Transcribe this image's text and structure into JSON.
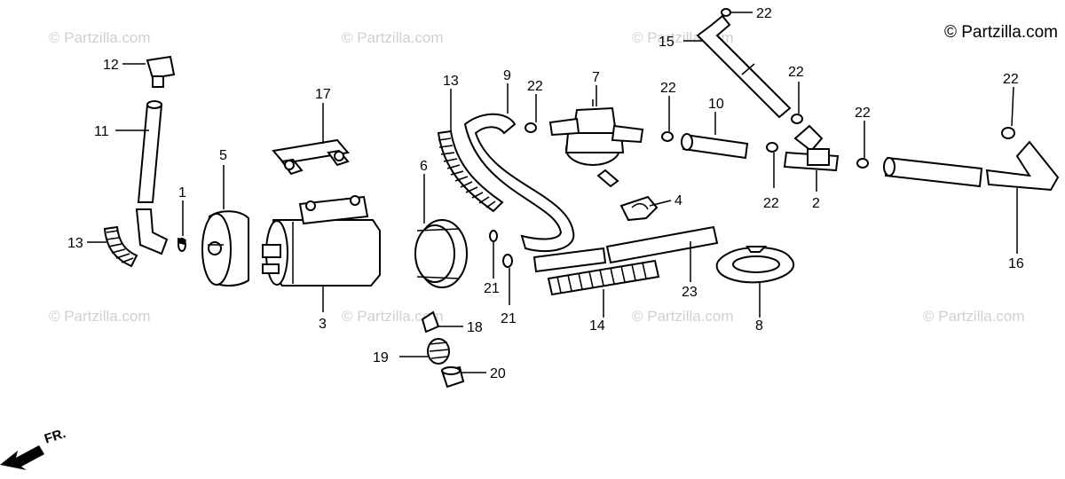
{
  "copyright": "© Partzilla.com",
  "watermark": "© Partzilla.com",
  "direction_label": "FR.",
  "callouts": {
    "p1": "1",
    "p2": "2",
    "p3": "3",
    "p4": "4",
    "p5": "5",
    "p6": "6",
    "p7": "7",
    "p8": "8",
    "p9": "9",
    "p10": "10",
    "p11": "11",
    "p12": "12",
    "p13a": "13",
    "p13b": "13",
    "p14": "14",
    "p15": "15",
    "p16": "16",
    "p17": "17",
    "p18": "18",
    "p19": "19",
    "p20": "20",
    "p21a": "21",
    "p21b": "21",
    "p22a": "22",
    "p22b": "22",
    "p22c": "22",
    "p22d": "22",
    "p22e": "22",
    "p22f": "22",
    "p22g": "22",
    "p23": "23"
  }
}
